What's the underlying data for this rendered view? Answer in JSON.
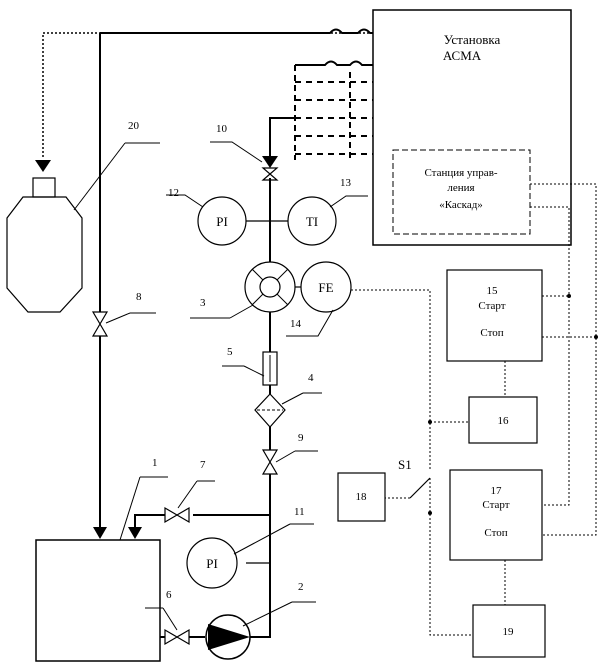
{
  "asma": {
    "title_line1": "Установка",
    "title_line2": "АСМА"
  },
  "kaskad": {
    "line1": "Станция управ-",
    "line2": "ления",
    "line3": "«Каскад»"
  },
  "box15": {
    "num": "15",
    "start": "Старт",
    "stop": "Стоп"
  },
  "box16": {
    "num": "16"
  },
  "box17": {
    "num": "17",
    "start": "Старт",
    "stop": "Стоп"
  },
  "box18": {
    "num": "18"
  },
  "box19": {
    "num": "19"
  },
  "switch": {
    "label": "S1"
  },
  "instruments": {
    "pi_top": "PI",
    "ti": "TI",
    "fe": "FE",
    "pi_bottom": "PI"
  },
  "callouts": {
    "n1": "1",
    "n2": "2",
    "n3": "3",
    "n4": "4",
    "n5": "5",
    "n6": "6",
    "n7": "7",
    "n8": "8",
    "n9": "9",
    "n10": "10",
    "n11": "11",
    "n12": "12",
    "n13": "13",
    "n14": "14",
    "n20": "20"
  }
}
